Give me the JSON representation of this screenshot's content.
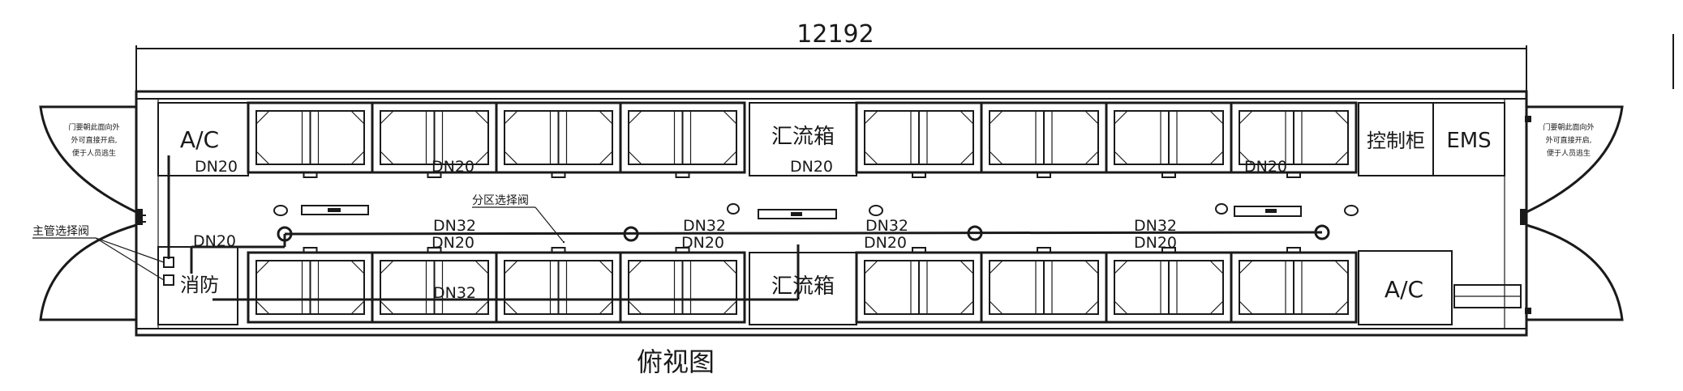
{
  "drawing": {
    "dimension_length": "12192",
    "view_title": "俯视图"
  },
  "equipment": {
    "ac_left": "A/C",
    "ac_right": "A/C",
    "combiner_top": "汇流箱",
    "combiner_bottom": "汇流箱",
    "control_cabinet": "控制柜",
    "ems": "EMS",
    "fire_protection": "消防"
  },
  "pipes": {
    "dn20": "DN20",
    "dn32": "DN32"
  },
  "annotations": {
    "zone_valve": "分区选择阀",
    "main_valve": "主管选择阀",
    "door_note_left": [
      "门要朝此面向外",
      "外可直接开启,",
      "便于人员逃生"
    ],
    "door_note_right": [
      "门要朝此面向外",
      "外可直接开启,",
      "便于人员逃生"
    ]
  }
}
